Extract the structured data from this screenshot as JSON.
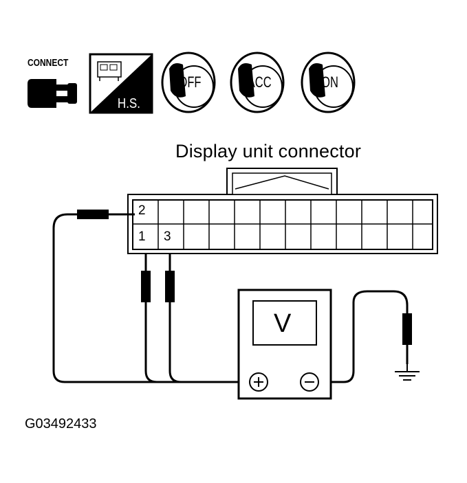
{
  "icons": {
    "connect_label": "CONNECT",
    "hs_label": "H.S.",
    "key_off": "OFF",
    "key_acc": "ACC",
    "key_on": "ON"
  },
  "connector": {
    "title": "Display unit connector",
    "pin_2": "2",
    "pin_1": "1",
    "pin_3": "3"
  },
  "meter": {
    "symbol": "V"
  },
  "figure_id": "G03492433"
}
